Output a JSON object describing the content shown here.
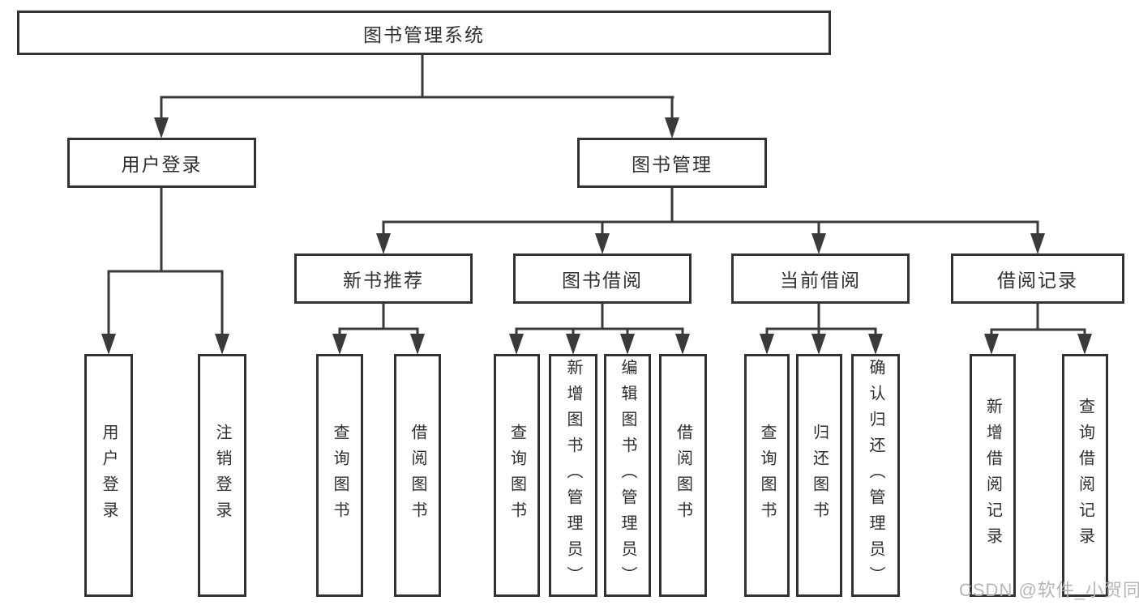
{
  "diagram": {
    "root": "图书管理系统",
    "user_login": {
      "label": "用户登录",
      "children": [
        "用户登录",
        "注销登录"
      ]
    },
    "book_mgmt": {
      "label": "图书管理",
      "sections": {
        "new_book": {
          "label": "新书推荐",
          "children": [
            "查询图书",
            "借阅图书"
          ]
        },
        "book_borrow": {
          "label": "图书借阅",
          "children": [
            "查询图书",
            "新增图书（管理员）",
            "编辑图书（管理员）",
            "借阅图书"
          ]
        },
        "current_borrow": {
          "label": "当前借阅",
          "children": [
            "查询图书",
            "归还图书",
            "确认归还（管理员）"
          ]
        },
        "borrow_record": {
          "label": "借阅记录",
          "children": [
            "新增借阅记录",
            "查询借阅记录"
          ]
        }
      }
    }
  },
  "watermark": "CSDN @软件_小贺同学",
  "colors": {
    "line": "#3a3a3a",
    "border": "#333333",
    "text": "#2f2f2f",
    "watermark": "#b2b2b4",
    "background": "#ffffff"
  }
}
